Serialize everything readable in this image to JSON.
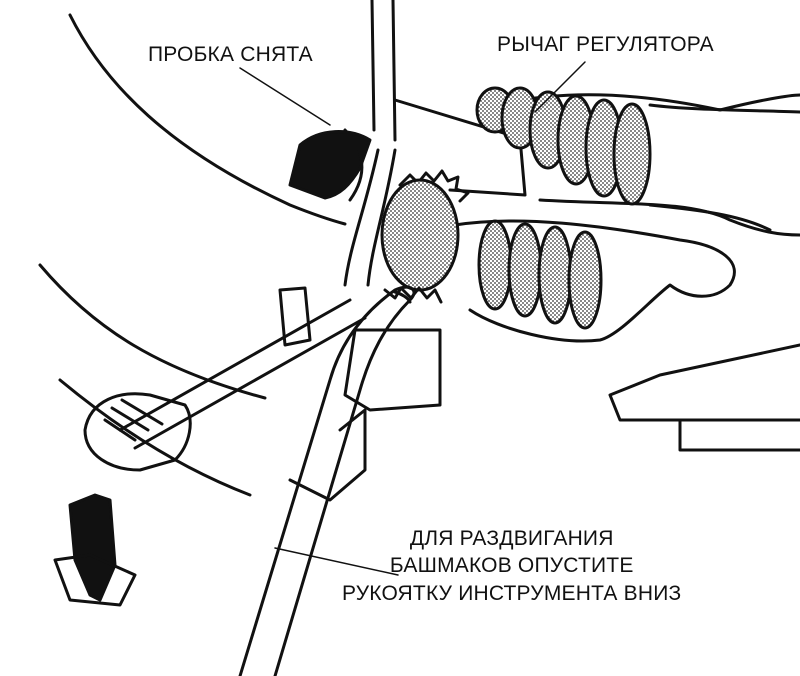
{
  "labels": {
    "plug_removed": "ПРОБКА СНЯТА",
    "adjuster_lever": "РЫЧАГ РЕГУЛЯТОРА",
    "instruction_line1": "ДЛЯ РАЗДВИГАНИЯ",
    "instruction_line2": "БАШМАКОВ ОПУСТИТЕ",
    "instruction_line3": "РУКОЯТКУ ИНСТРУМЕНТА ВНИЗ"
  },
  "colors": {
    "ink": "#111111",
    "background": "#ffffff"
  }
}
